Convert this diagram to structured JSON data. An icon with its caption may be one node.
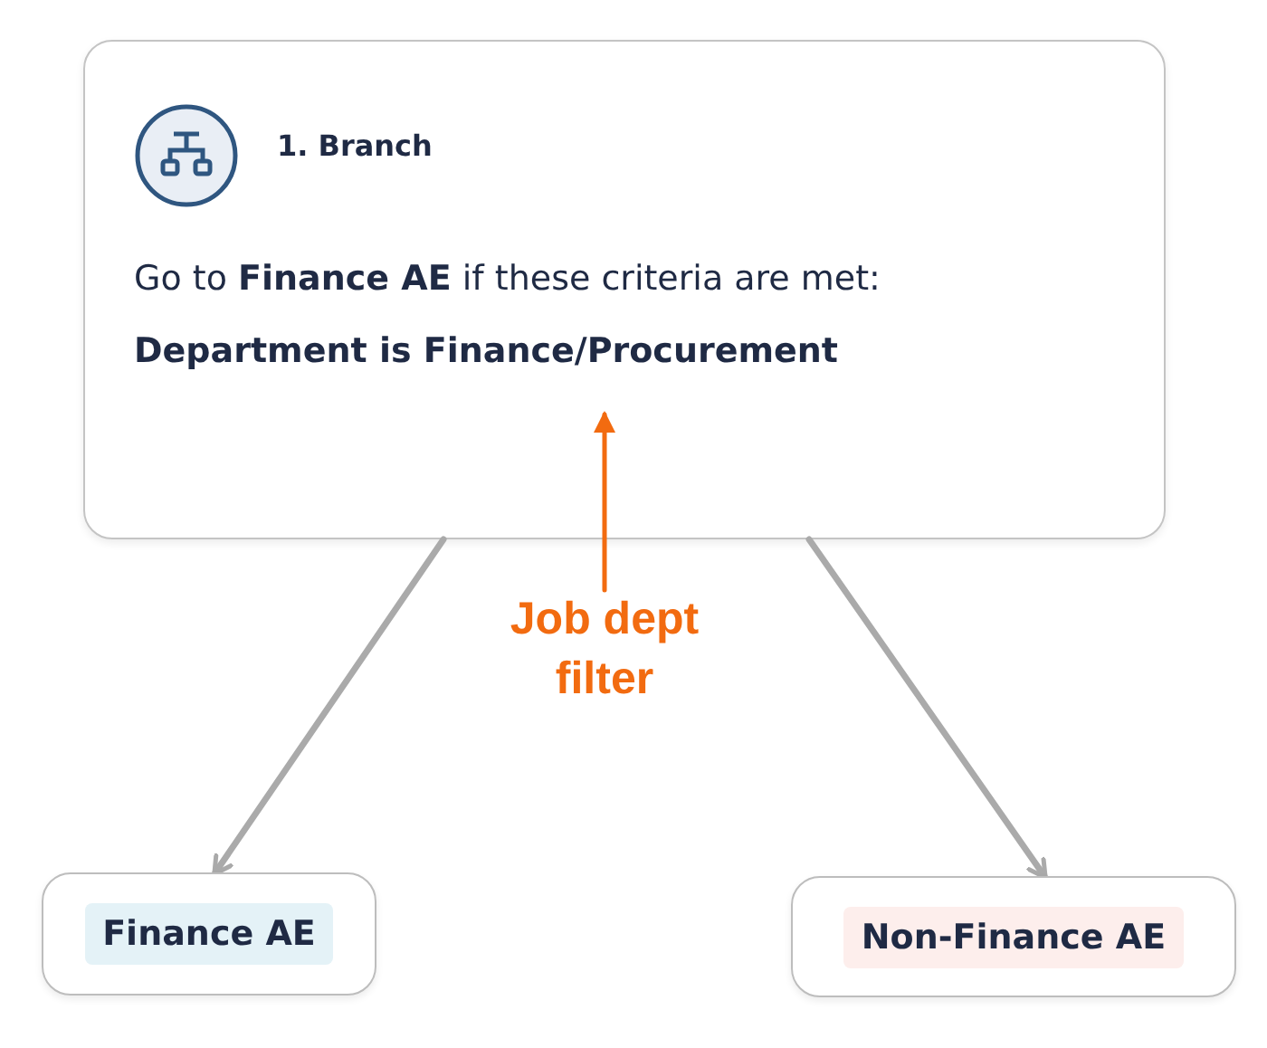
{
  "diagram": {
    "nodes": [
      {
        "text": [
          "1. Branch",
          "Go to **Finance AE** if these criteria are met:"
        ]
      },
      {
        "text": [
          "Department is Finance/Procurement"
        ],
        "in": 0
      },
      {
        "text": [
          "Job dept filter"
        ]
      },
      {
        "text": [
          "Finance AE"
        ]
      },
      {
        "text": [
          "Non-Finance AE"
        ]
      }
    ],
    "edges": [
      {
        "from": 2,
        "to": 1,
        "arrow": "to",
        "color": "#f26b10"
      },
      {
        "from": 0,
        "to": 3,
        "arrow": "to"
      },
      {
        "from": 0,
        "to": 4,
        "arrow": "to"
      }
    ]
  }
}
